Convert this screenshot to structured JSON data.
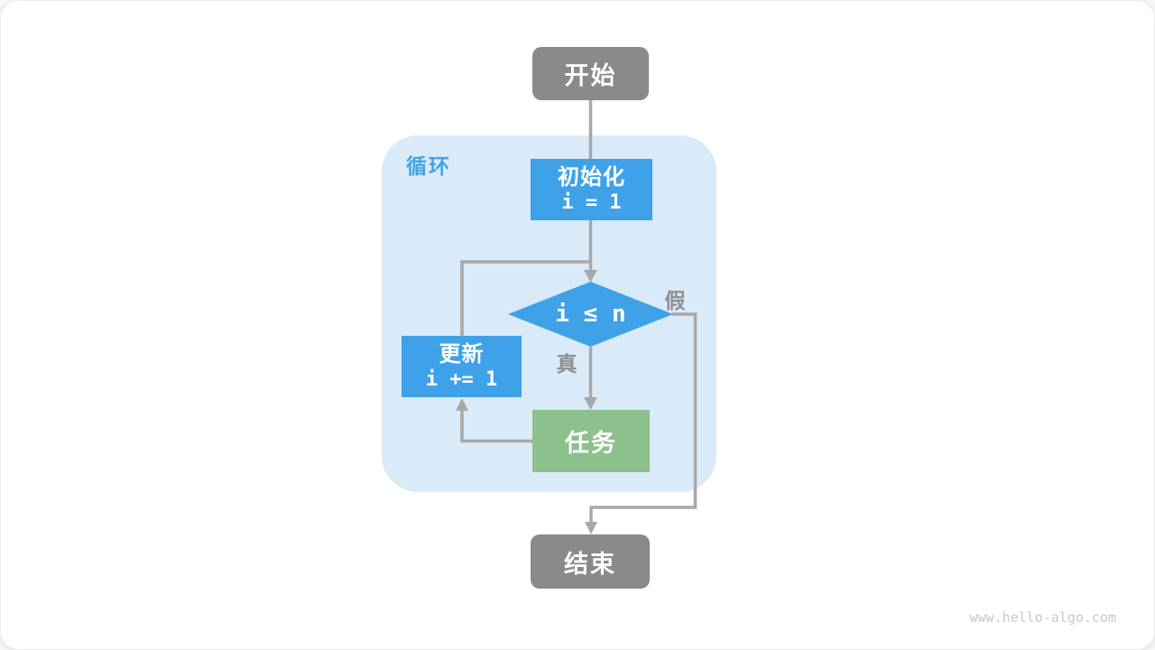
{
  "page": {
    "watermark": "www.hello-algo.com"
  },
  "colors": {
    "terminal_gray": "#8A8A8A",
    "process_blue": "#3FA2E8",
    "task_green": "#8CC08C",
    "loop_container_bg": "#D9EAF8",
    "loop_label_blue": "#42A4E8",
    "connector_gray": "#A8A8A8",
    "edge_label_gray": "#8F8F8F",
    "watermark_gray": "#C8C8C8"
  },
  "flowchart": {
    "loop_label": "循环",
    "nodes": {
      "start": {
        "type": "terminal",
        "label": "开始"
      },
      "init": {
        "type": "process",
        "title": "初始化",
        "code": "i = 1"
      },
      "condition": {
        "type": "decision",
        "label": "i ≤ n"
      },
      "task": {
        "type": "process",
        "label": "任务"
      },
      "update": {
        "type": "process",
        "title": "更新",
        "code": "i += 1"
      },
      "end": {
        "type": "terminal",
        "label": "结束"
      }
    },
    "edge_labels": {
      "true": "真",
      "false": "假"
    }
  }
}
